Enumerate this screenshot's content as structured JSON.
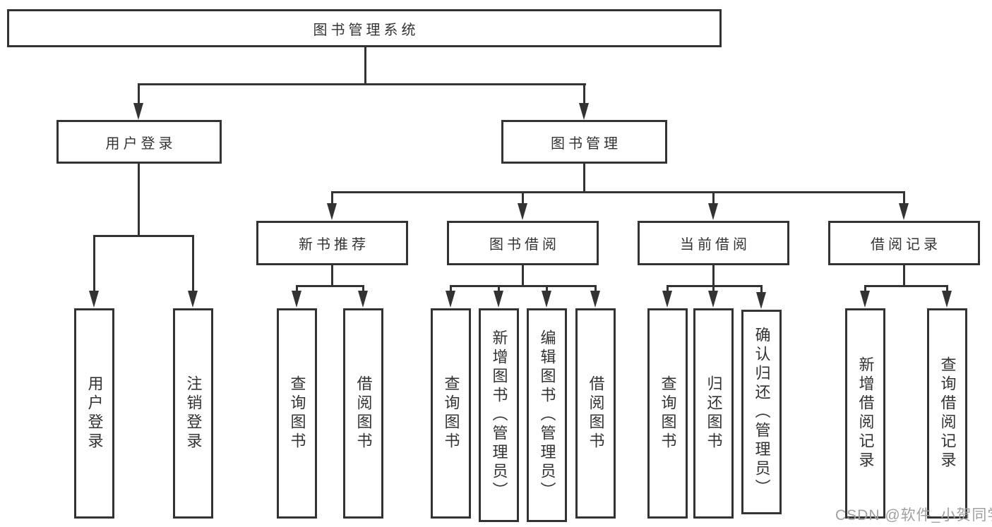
{
  "diagram": {
    "tree": {
      "label": "图书管理系统",
      "children": [
        {
          "label": "用户登录",
          "children": [
            {
              "label": "用户登录"
            },
            {
              "label": "注销登录"
            }
          ]
        },
        {
          "label": "图书管理",
          "children": [
            {
              "label": "新书推荐",
              "children": [
                {
                  "label": "查询图书"
                },
                {
                  "label": "借阅图书"
                }
              ]
            },
            {
              "label": "图书借阅",
              "children": [
                {
                  "label": "查询图书"
                },
                {
                  "label": "新增图书（管理员）"
                },
                {
                  "label": "编辑图书（管理员）"
                },
                {
                  "label": "借阅图书"
                }
              ]
            },
            {
              "label": "当前借阅",
              "children": [
                {
                  "label": "查询图书"
                },
                {
                  "label": "归还图书"
                },
                {
                  "label": "确认归还（管理员）"
                }
              ]
            },
            {
              "label": "借阅记录",
              "children": [
                {
                  "label": "新增借阅记录"
                },
                {
                  "label": "查询借阅记录"
                }
              ]
            }
          ]
        }
      ]
    },
    "watermark": "CSDN @软件_小贺同学",
    "colors": {
      "line": "#333333",
      "text": "#333333",
      "watermark": "#a0a0a0",
      "background": "#ffffff"
    }
  }
}
